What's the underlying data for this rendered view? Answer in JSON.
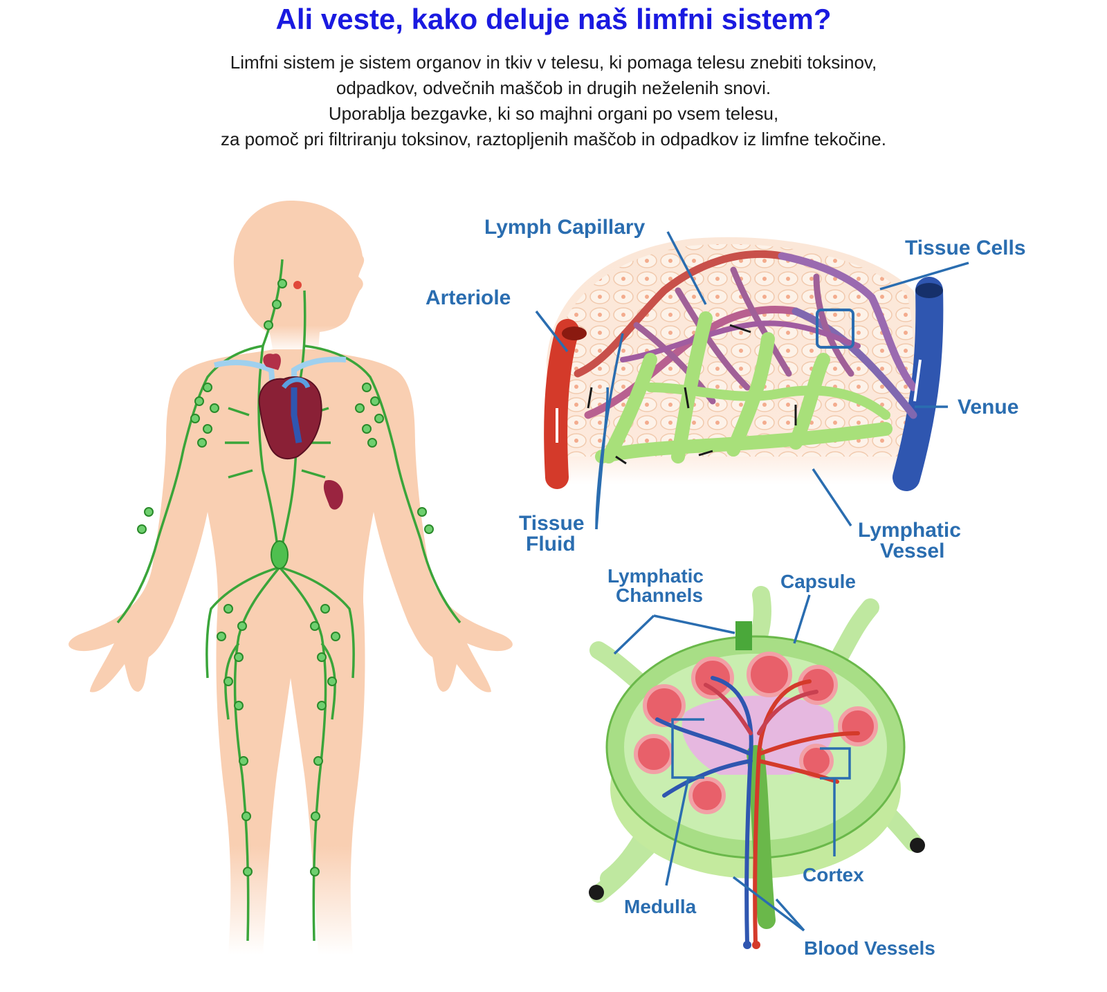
{
  "title": "Ali veste, kako deluje naš limfni sistem?",
  "intro": [
    "Limfni sistem je sistem organov in tkiv v telesu, ki pomaga telesu znebiti toksinov,",
    "odpadkov, odvečnih maščob in drugih neželenih snovi.",
    "Uporablja bezgavke, ki so majhni organi po vsem telesu,",
    "za pomoč pri filtriranju toksinov, raztopljenih maščob in odpadkov iz limfne tekočine."
  ],
  "capillary_labels": {
    "lymph_capillary": "Lymph Capillary",
    "tissue_cells": "Tissue Cells",
    "arteriole": "Arteriole",
    "venue": "Venue",
    "tissue_fluid_1": "Tissue",
    "tissue_fluid_2": "Fluid",
    "lymphatic_vessel_1": "Lymphatic",
    "lymphatic_vessel_2": "Vessel"
  },
  "node_labels": {
    "lymphatic_channels_1": "Lymphatic",
    "lymphatic_channels_2": "Channels",
    "capsule": "Capsule",
    "cortex": "Cortex",
    "medulla": "Medulla",
    "blood_vessels": "Blood Vessels"
  },
  "colors": {
    "title": "#1a1ae0",
    "label": "#2a6db0",
    "body": "#f9cfb2",
    "lymph": "#3aa53a",
    "lymph_light": "#a8e07a",
    "artery": "#d43a2a",
    "vein": "#2f56b0",
    "capillary_purple": "#9a6ab0",
    "heart": "#8a2036"
  }
}
